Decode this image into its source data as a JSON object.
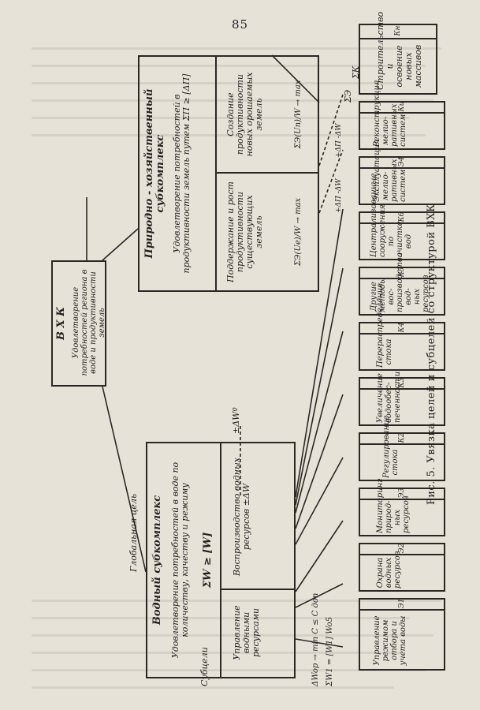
{
  "page_number": "85",
  "diagram": {
    "root_box": {
      "title": "В Х К",
      "text": "Удовлетворение потребностей региона в воде и продуктивности земель"
    },
    "global_goal_label": "Глобальная цель",
    "subgoals_label": "Субцели",
    "water_complex": {
      "title": "Водный субкомплекс",
      "goal": "Удовлетворение потребностей в воде по количеству, качеству и режиму",
      "goal_formula": "ΣW ≥ [W]",
      "left_cell": "Управление водными ресурсами",
      "right_cell": "Воспроизводство водных ресурсов ±ΔW"
    },
    "nature_complex": {
      "title": "Природно - хозяйственный субкомплекс",
      "goal": "Удовлетворение потребностей в продуктивности земель путем ΣП ≥ [ΔП]",
      "left_cell": "Поддержание и рост продуктивности существующих земель",
      "right_cell": "Создание продуктивности новых орошаемых земель",
      "left_formula": "ΣЭ(Ue)/W → max",
      "right_formula": "ΣЭ(Un)/W → max"
    },
    "delta_w": "±ΔWº",
    "sigma_e": "ΣЭ",
    "sigma_k": "ΣК",
    "sub_boxes": [
      {
        "text": "Строительство и освоение новых массивов",
        "tag": "Кн"
      },
      {
        "text": "Реконструкция мелио-ративных систем",
        "tag": "Ки"
      },
      {
        "text": "Эксплуатация мелио-ративных систем",
        "tag": "Э4"
      },
      {
        "text": "Централизованные сооружения по очистке вод",
        "tag": "К6"
      },
      {
        "text": "Другие методы вос-производства вод-ных ресурсов",
        "tag": "К5"
      },
      {
        "text": "Перераспределение стока",
        "tag": "К4"
      },
      {
        "text": "Увеличение водообес-печенности",
        "tag": "К3"
      },
      {
        "text": "Регулирование стока",
        "tag": "К2"
      },
      {
        "text": "Мониторинг природ-ных ресурсов",
        "tag": "Э3"
      },
      {
        "text": "Охрана водных ресурсов",
        "tag": "Э2"
      },
      {
        "text": "Управление режимом отбора и учета воды",
        "tag": "Э1"
      }
    ],
    "formula_bottom_1": "ΔWop → min C ≤ C доп",
    "formula_bottom_2": "ΣW1 = [W1] Wo5",
    "side_flows": [
      "+ΔП -ΔW",
      "+ΔП -ΔW"
    ],
    "caption": "Рис. 5. Увязка целей и субцелей со структурой ВХК"
  }
}
